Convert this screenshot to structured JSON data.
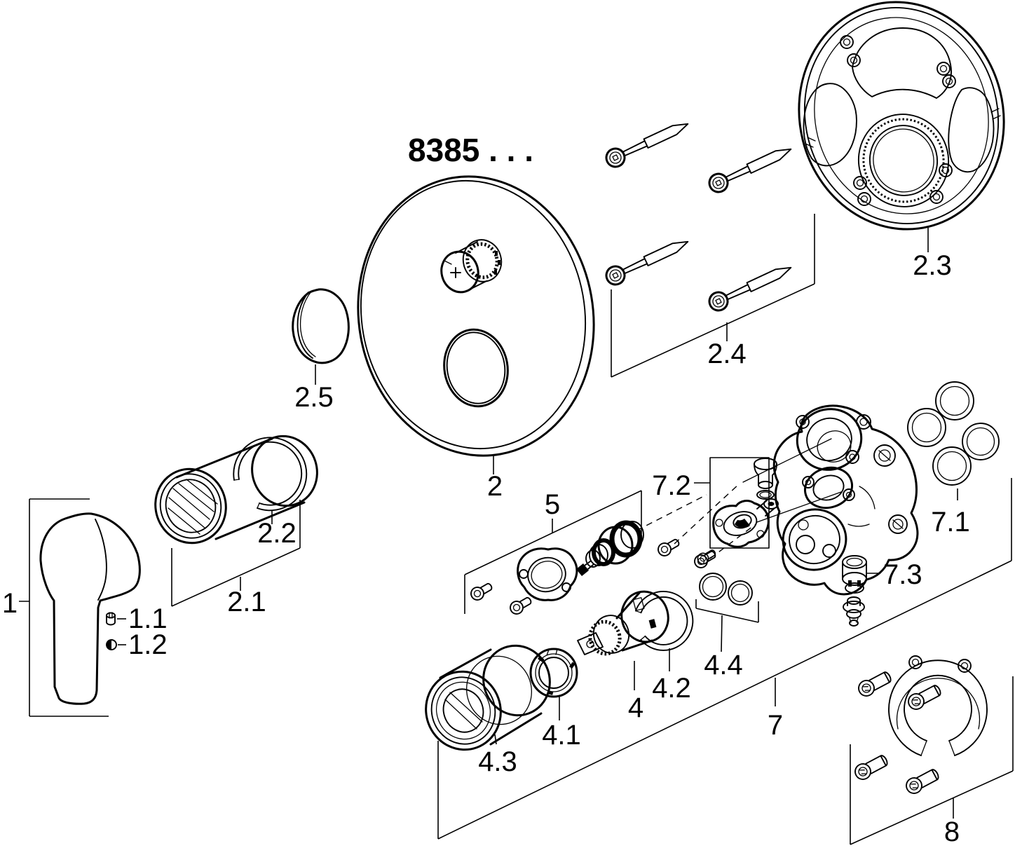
{
  "title": "8385 . . .",
  "colors": {
    "line": "#000000",
    "background": "#ffffff"
  },
  "labels": {
    "p1": "1",
    "p1_1": "1.1",
    "p1_2": "1.2",
    "p2": "2",
    "p2_1": "2.1",
    "p2_2": "2.2",
    "p2_3": "2.3",
    "p2_4": "2.4",
    "p2_5": "2.5",
    "p4": "4",
    "p4_1": "4.1",
    "p4_2": "4.2",
    "p4_3": "4.3",
    "p4_4": "4.4",
    "p5": "5",
    "p7": "7",
    "p7_1": "7.1",
    "p7_2": "7.2",
    "p7_3": "7.3",
    "p8": "8"
  }
}
